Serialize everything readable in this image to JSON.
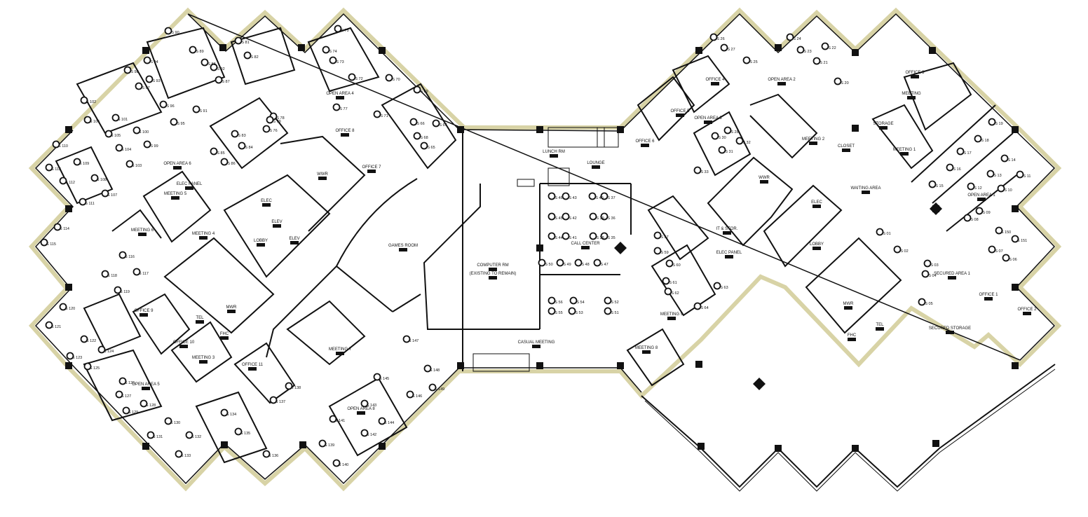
{
  "colors": {
    "exterior_wall": "#d8d3a6",
    "wall": "#111111",
    "background": "#ffffff"
  },
  "rooms": [
    "LUNCH RM",
    "LOUNGE",
    "GAMES ROOM",
    "COMPUTER RM",
    "(EXISTING TO REMAIN)",
    "CALL CENTER",
    "CASUAL MEETING",
    "MEETING 8",
    "MEETING 9",
    "LOBBY",
    "ELEC",
    "ELEV",
    "ELEV",
    "WWR",
    "MWR",
    "TEL",
    "FHC",
    "OFFICE 8",
    "OFFICE 7",
    "OPEN AREA 6",
    "ELEC PANEL",
    "MEETING 5",
    "MEETING 4",
    "MEETING 6",
    "OFFICE 9",
    "OFFICE 10",
    "MEETING 3",
    "OFFICE 11",
    "MEETING 7",
    "OPEN AREA 4",
    "OPEN AREA 5",
    "OPEN AREA 8",
    "LOBBY",
    "ELEC",
    "WWR",
    "MWR",
    "TEL",
    "FHC",
    "IT & STOR.",
    "ELEC PANEL",
    "STORAGE",
    "MEETING 1",
    "CLOSET",
    "WAITING AREA",
    "MEETING 2",
    "OPEN AREA 3",
    "OFFICE 4",
    "OFFICE 5",
    "OFFICE 6",
    "OPEN AREA 2",
    "OFFICE 3",
    "MEETING",
    "OPEN AREA 1",
    "SECURED AREA 1",
    "OFFICE 1",
    "OFFICE 2",
    "SECURED STORAGE"
  ],
  "seats": [
    "S 90",
    "S 89",
    "S 81",
    "S 82",
    "S 75",
    "S 74",
    "S 73",
    "S 72",
    "S 70",
    "S 69",
    "S 71",
    "S 68",
    "S 67",
    "S 66",
    "S 65",
    "S 76",
    "S 78",
    "S 77",
    "S 79",
    "S 83",
    "S 84",
    "S 85",
    "S 86",
    "S 88",
    "S 87",
    "S 91",
    "S 92",
    "S 93",
    "S 94",
    "S 95",
    "S 96",
    "S 97",
    "S 98",
    "S 99",
    "S 100",
    "S 101",
    "S 102",
    "S 103",
    "S 104",
    "S 105",
    "S 106",
    "S 107",
    "S 108",
    "S 109",
    "S 110",
    "S 111",
    "S 112",
    "S 113",
    "S 114",
    "S 115",
    "S 116",
    "S 117",
    "S 118",
    "S 119",
    "S 120",
    "S 121",
    "S 122",
    "S 123",
    "S 124",
    "S 125",
    "S 126",
    "S 127",
    "S 128",
    "S 129",
    "S 130",
    "S 131",
    "S 132",
    "S 133",
    "S 134",
    "S 135",
    "S 136",
    "S 137",
    "S 138",
    "S 139",
    "S 140",
    "S 141",
    "S 142",
    "S 143",
    "S 144",
    "S 145",
    "S 146",
    "S 147",
    "S 148",
    "S 149",
    "S 46",
    "S 43",
    "S 40",
    "S 37",
    "S 45",
    "S 42",
    "S 39",
    "S 36",
    "S 44",
    "S 41",
    "S 38",
    "S 35",
    "S 50",
    "S 49",
    "S 48",
    "S 47",
    "S 56",
    "S 54",
    "S 52",
    "S 55",
    "S 53",
    "S 51",
    "S 57",
    "S 59",
    "S 60",
    "S 61",
    "S 62",
    "S 63",
    "S 64",
    "S 26",
    "S 27",
    "S 25",
    "S 24",
    "S 23",
    "S 22",
    "S 21",
    "S 20",
    "S 19",
    "S 18",
    "S 17",
    "S 16",
    "S 15",
    "S 14",
    "S 13",
    "S 12",
    "S 11",
    "S 10",
    "S 09",
    "S 08",
    "S 150",
    "S 151",
    "S 07",
    "S 06",
    "S 05",
    "S 04",
    "S 03",
    "S 02",
    "S 01",
    "S 28",
    "S 30",
    "S 32",
    "S 31",
    "S 33"
  ]
}
